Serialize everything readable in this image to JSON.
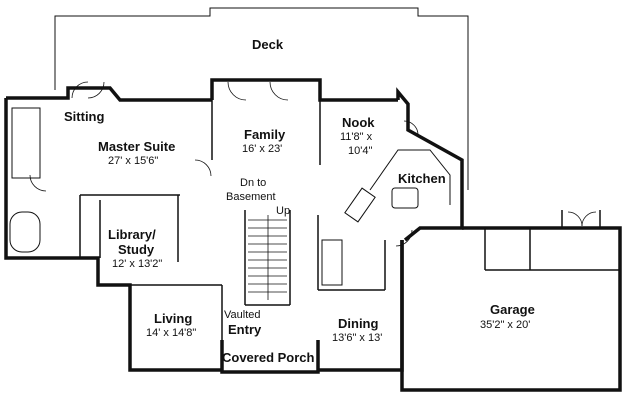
{
  "rooms": {
    "deck": {
      "name": "Deck"
    },
    "sitting": {
      "name": "Sitting"
    },
    "master": {
      "name": "Master Suite",
      "dims": "27' x 15'6\""
    },
    "family": {
      "name": "Family",
      "dims": "16' x 23'"
    },
    "nook": {
      "name": "Nook",
      "dims_1": "11'8\" x",
      "dims_2": "10'4\""
    },
    "kitchen": {
      "name": "Kitchen"
    },
    "stairs": {
      "line_1": "Dn to",
      "line_2": "Basement",
      "line_3": "Up"
    },
    "library": {
      "name_1": "Library/",
      "name_2": "Study",
      "dims": "12' x 13'2\""
    },
    "living": {
      "name": "Living",
      "dims": "14' x 14'8\""
    },
    "entry": {
      "line_1": "Vaulted",
      "line_2": "Entry"
    },
    "porch": {
      "name": "Covered Porch"
    },
    "dining": {
      "name": "Dining",
      "dims": "13'6\" x 13'"
    },
    "garage": {
      "name": "Garage",
      "dims": "35'2\" x 20'"
    }
  },
  "colors": {
    "line": "#111111",
    "background": "#ffffff"
  }
}
